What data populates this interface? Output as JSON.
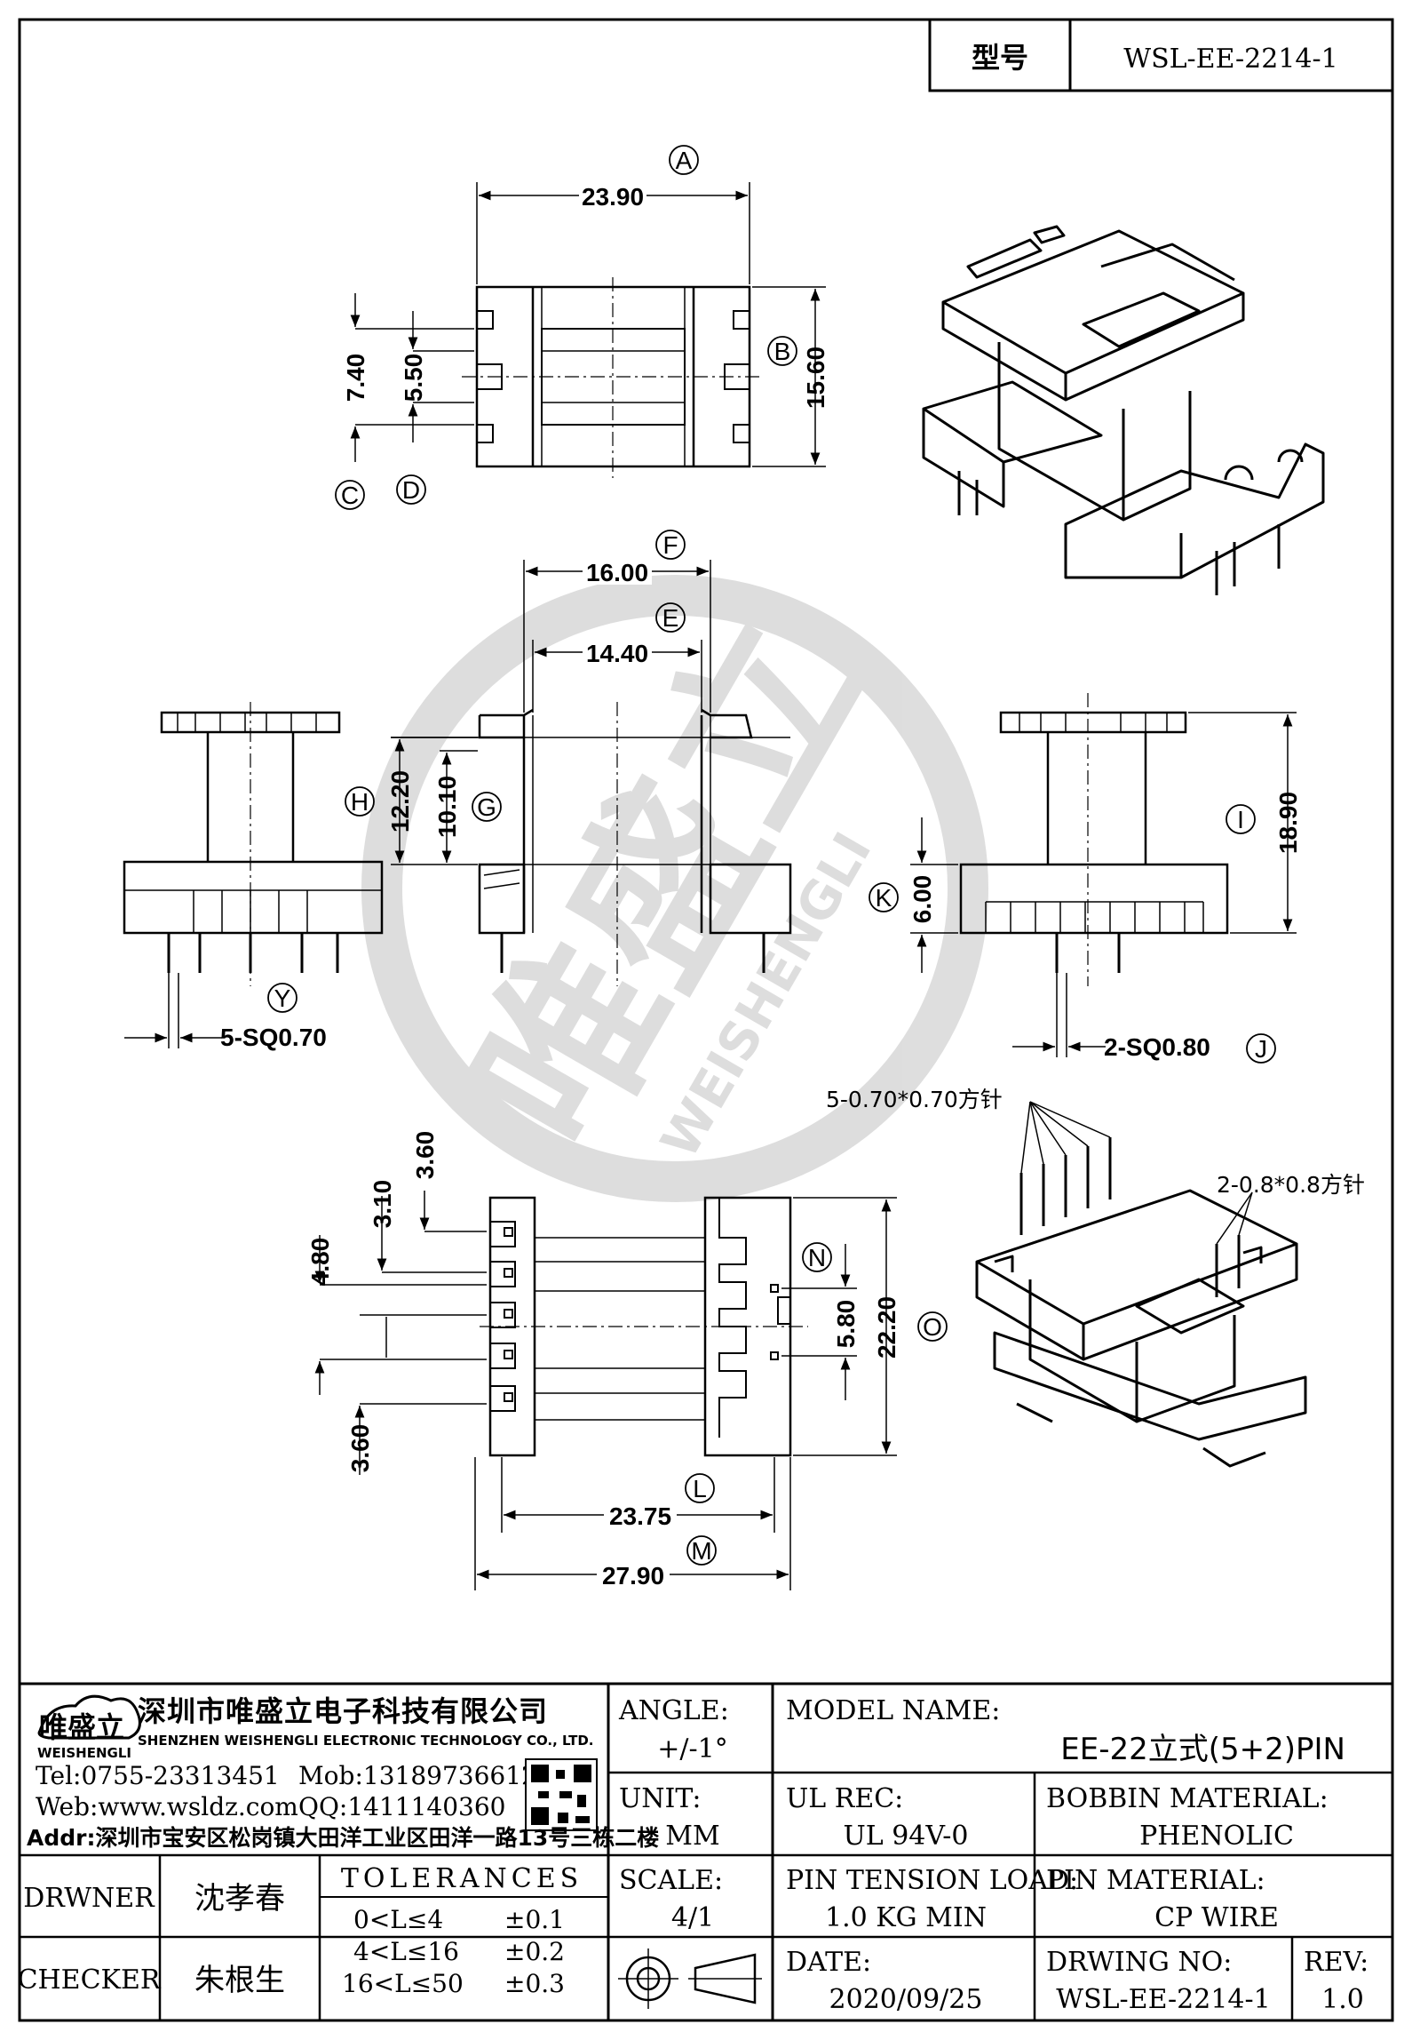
{
  "header": {
    "type_label": "型号",
    "part_number": "WSL-EE-2214-1"
  },
  "dimensions": {
    "A": "23.90",
    "B": "15.60",
    "C": "7.40",
    "D": "5.50",
    "F": "16.00",
    "E": "14.40",
    "H": "12.20",
    "G": "10.10",
    "I": "18.90",
    "K": "6.00",
    "J": "2-SQ0.80",
    "Y": "5-SQ0.70",
    "N": "5.80",
    "O": "22.20",
    "L": "23.75",
    "M": "27.90",
    "p1": "3.60",
    "p2": "3.10",
    "p3": "4.80",
    "p4": "3.60"
  },
  "callouts": {
    "A": "A",
    "B": "B",
    "C": "C",
    "D": "D",
    "E": "E",
    "F": "F",
    "G": "G",
    "H": "H",
    "I": "I",
    "J": "J",
    "K": "K",
    "L": "L",
    "M": "M",
    "N": "N",
    "O": "O",
    "Y": "Y"
  },
  "notes": {
    "pins_primary": "5-0.70*0.70方针",
    "pins_secondary": "2-0.8*0.8方针"
  },
  "watermark": {
    "brand": "唯盛立",
    "latin": "WEISHENGLI"
  },
  "company": {
    "logo_text": "唯盛立",
    "logo_sub": "WEISHENGLI",
    "name_cn": "深圳市唯盛立电子科技有限公司",
    "name_en": "SHENZHEN WEISHENGLI ELECTRONIC TECHNOLOGY CO., LTD.",
    "tel": "Tel:0755-23313451",
    "mob": "Mob:13189736612",
    "web": "Web:www.wsldz.com",
    "qq": "QQ:1411140360",
    "addr": "Addr:深圳市宝安区松岗镇大田洋工业区田洋一路13号三栋二楼"
  },
  "title_block": {
    "angle_label": "ANGLE:",
    "angle_value": "+/-1°",
    "model_label": "MODEL NAME:",
    "model_value": "EE-22立式(5+2)PIN",
    "unit_label": "UNIT:",
    "unit_value": "MM",
    "ul_label": "UL REC:",
    "ul_value": "UL 94V-0",
    "bobbin_label": "BOBBIN MATERIAL:",
    "bobbin_value": "PHENOLIC",
    "scale_label": "SCALE:",
    "scale_value": "4/1",
    "tension_label": "PIN TENSION LOAD:",
    "tension_value": "1.0 KG MIN",
    "pinmat_label": "PIN MATERIAL:",
    "pinmat_value": "CP WIRE",
    "date_label": "DATE:",
    "date_value": "2020/09/25",
    "drwno_label": "DRWING NO:",
    "drwno_value": "WSL-EE-2214-1",
    "rev_label": "REV:",
    "rev_value": "1.0",
    "drawer_label": "DRWNER",
    "drawer_value": "沈孝春",
    "checker_label": "CHECKER",
    "checker_value": "朱根生",
    "tolerances_label": "TOLERANCES",
    "tol_rows": [
      {
        "range": "0<L≤4",
        "value": "±0.1"
      },
      {
        "range": "4<L≤16",
        "value": "±0.2"
      },
      {
        "range": "16<L≤50",
        "value": "±0.3"
      }
    ]
  }
}
